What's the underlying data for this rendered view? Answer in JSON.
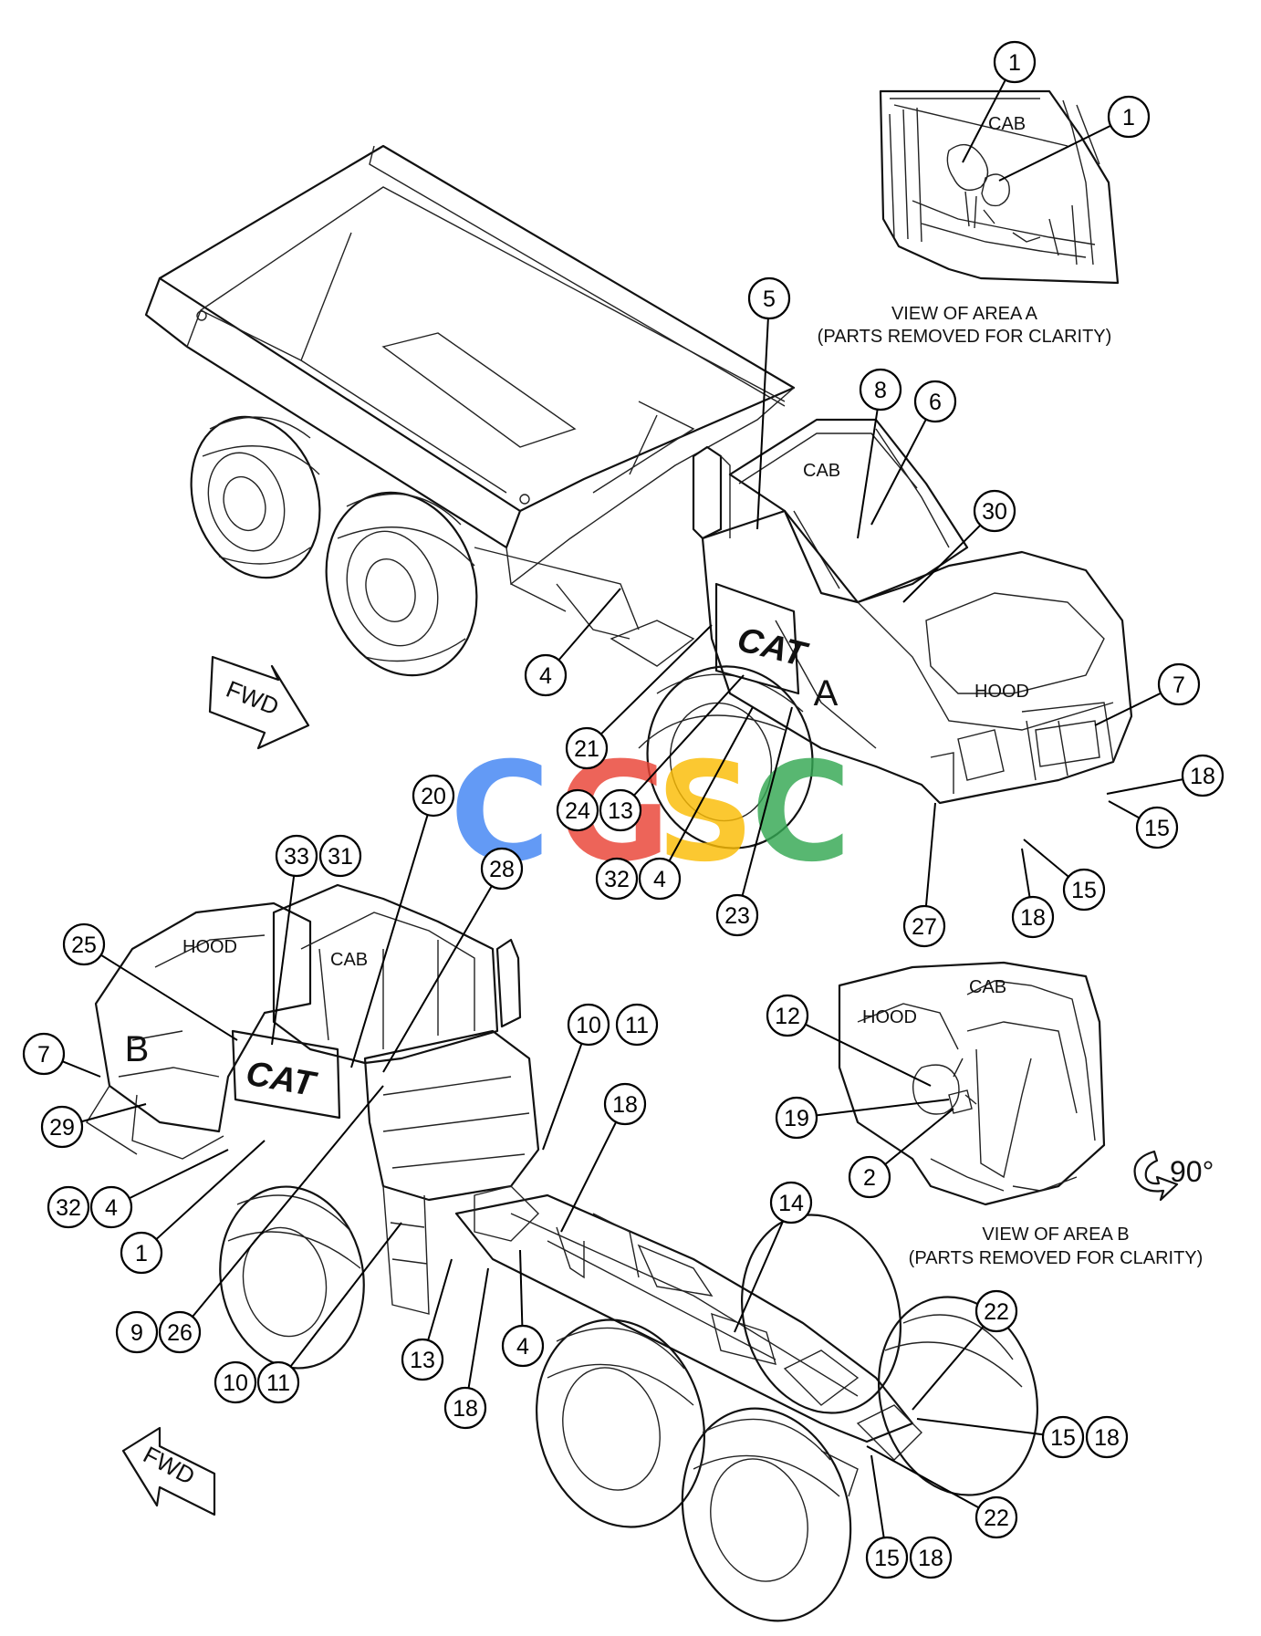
{
  "labels": {
    "cab": "CAB",
    "hood": "HOOD",
    "area_a_letter": "A",
    "area_b_letter": "B",
    "logo": "CAT",
    "fwd": "FWD",
    "rotation": "90°"
  },
  "captions": {
    "view_a_line1": "VIEW OF AREA A",
    "view_a_line2": "(PARTS REMOVED FOR CLARITY)",
    "view_b_line1": "VIEW OF AREA B",
    "view_b_line2": "(PARTS REMOVED FOR CLARITY)"
  },
  "watermark": {
    "letters": [
      "C",
      "G",
      "S",
      "C"
    ],
    "colors": [
      "#4285F4",
      "#EA4335",
      "#FBBC05",
      "#34A853"
    ]
  },
  "callouts": [
    {
      "id": "a-1a",
      "n": "1"
    },
    {
      "id": "a-1b",
      "n": "1"
    },
    {
      "id": "u-5",
      "n": "5"
    },
    {
      "id": "u-8",
      "n": "8"
    },
    {
      "id": "u-6",
      "n": "6"
    },
    {
      "id": "u-30",
      "n": "30"
    },
    {
      "id": "u-7",
      "n": "7"
    },
    {
      "id": "u-18a",
      "n": "18"
    },
    {
      "id": "u-15a",
      "n": "15"
    },
    {
      "id": "u-15b",
      "n": "15"
    },
    {
      "id": "u-18b",
      "n": "18"
    },
    {
      "id": "u-27",
      "n": "27"
    },
    {
      "id": "u-23",
      "n": "23"
    },
    {
      "id": "u-4a",
      "n": "4"
    },
    {
      "id": "u-32",
      "n": "32"
    },
    {
      "id": "u-24",
      "n": "24"
    },
    {
      "id": "u-13",
      "n": "13"
    },
    {
      "id": "u-21",
      "n": "21"
    },
    {
      "id": "u-4b",
      "n": "4"
    },
    {
      "id": "l-20",
      "n": "20"
    },
    {
      "id": "l-28",
      "n": "28"
    },
    {
      "id": "l-33",
      "n": "33"
    },
    {
      "id": "l-31",
      "n": "31"
    },
    {
      "id": "l-25",
      "n": "25"
    },
    {
      "id": "l-7",
      "n": "7"
    },
    {
      "id": "l-29",
      "n": "29"
    },
    {
      "id": "l-32",
      "n": "32"
    },
    {
      "id": "l-4a",
      "n": "4"
    },
    {
      "id": "l-1",
      "n": "1"
    },
    {
      "id": "l-9",
      "n": "9"
    },
    {
      "id": "l-26",
      "n": "26"
    },
    {
      "id": "l-10a",
      "n": "10"
    },
    {
      "id": "l-11a",
      "n": "11"
    },
    {
      "id": "l-18a",
      "n": "18"
    },
    {
      "id": "l-13",
      "n": "13"
    },
    {
      "id": "l-4b",
      "n": "4"
    },
    {
      "id": "l-18b",
      "n": "18"
    },
    {
      "id": "l-10b",
      "n": "10"
    },
    {
      "id": "l-11b",
      "n": "11"
    },
    {
      "id": "l-14",
      "n": "14"
    },
    {
      "id": "l-22a",
      "n": "22"
    },
    {
      "id": "l-15a",
      "n": "15"
    },
    {
      "id": "l-18c",
      "n": "18"
    },
    {
      "id": "l-22b",
      "n": "22"
    },
    {
      "id": "l-15b",
      "n": "15"
    },
    {
      "id": "l-18d",
      "n": "18"
    },
    {
      "id": "b-12",
      "n": "12"
    },
    {
      "id": "b-19",
      "n": "19"
    },
    {
      "id": "b-2",
      "n": "2"
    }
  ]
}
